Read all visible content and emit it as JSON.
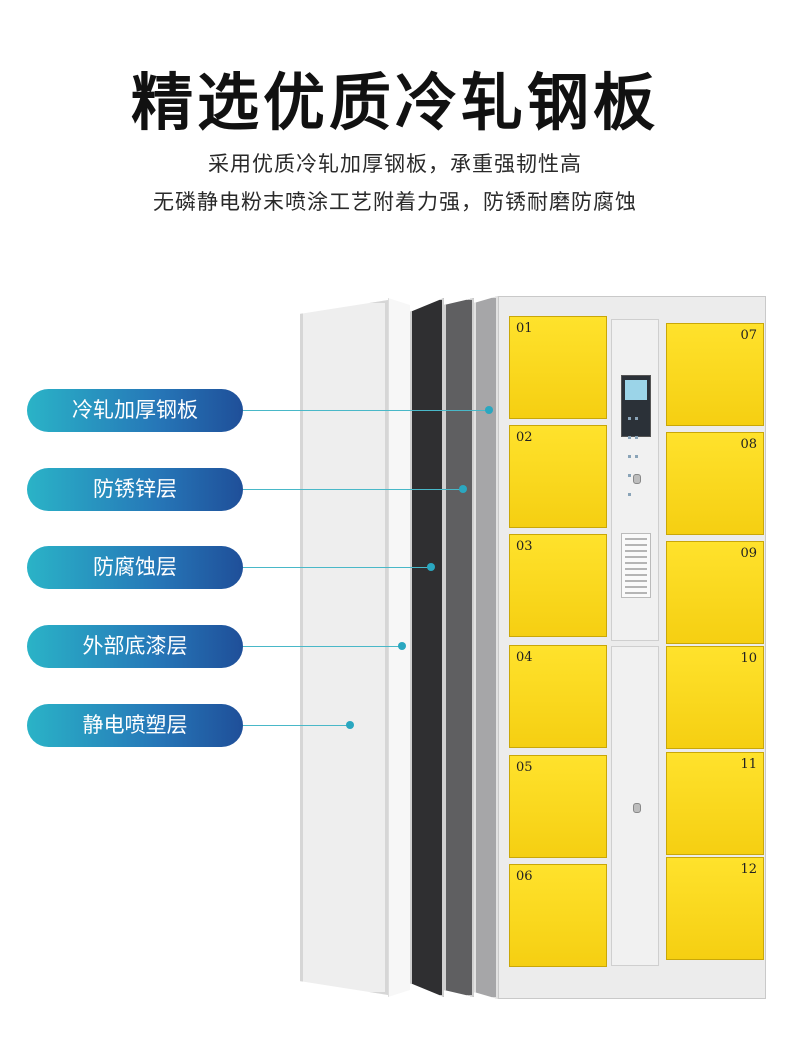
{
  "header": {
    "title": "精选优质冷轧钢板",
    "subtitle_line1": "采用优质冷轧加厚钢板，承重强韧性高",
    "subtitle_line2": "无磷静电粉末喷涂工艺附着力强，防锈耐磨防腐蚀"
  },
  "layers": [
    {
      "label": "冷轧加厚钢板"
    },
    {
      "label": "防锈锌层"
    },
    {
      "label": "防腐蚀层"
    },
    {
      "label": "外部底漆层"
    },
    {
      "label": "静电喷塑层"
    }
  ],
  "cabinet": {
    "left_doors": [
      "01",
      "02",
      "03",
      "04",
      "05",
      "06"
    ],
    "right_doors": [
      "07",
      "08",
      "09",
      "10",
      "11",
      "12"
    ]
  },
  "colors": {
    "label_gradient_start": "#2ab3c7",
    "label_gradient_end": "#1f4f99",
    "door_yellow": "#f8d81e",
    "leader_line": "#49b8c8"
  }
}
